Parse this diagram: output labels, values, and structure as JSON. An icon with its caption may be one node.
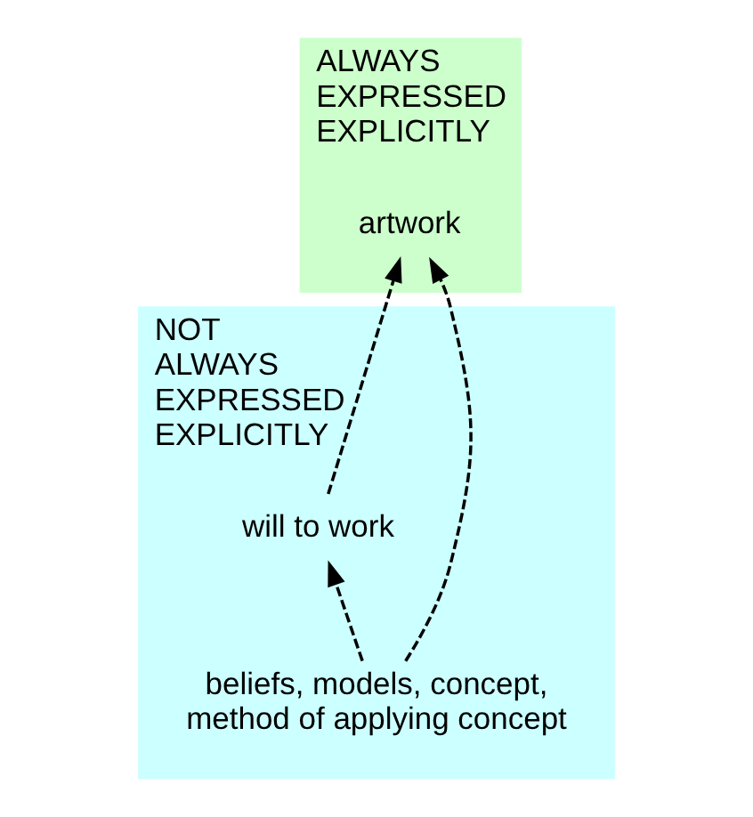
{
  "diagram": {
    "nodes": [
      {
        "text": [
          "ALWAYS EXPRESSED EXPLICITLY"
        ]
      },
      {
        "text": [
          "artwork"
        ],
        "in": 0
      },
      {
        "text": [
          "NOT ALWAYS EXPRESSED EXPLICITLY"
        ]
      },
      {
        "text": [
          "will to work"
        ],
        "in": 2
      },
      {
        "text": [
          "beliefs, models, concept, method of applying concept"
        ],
        "in": 2
      }
    ],
    "edges": [
      {
        "from": 4,
        "to": 3,
        "arrow": "to",
        "style": "dashed"
      },
      {
        "from": 3,
        "to": 1,
        "arrow": "to",
        "style": "dashed"
      },
      {
        "from": 4,
        "to": 1,
        "arrow": "to",
        "style": "dashed"
      }
    ]
  }
}
